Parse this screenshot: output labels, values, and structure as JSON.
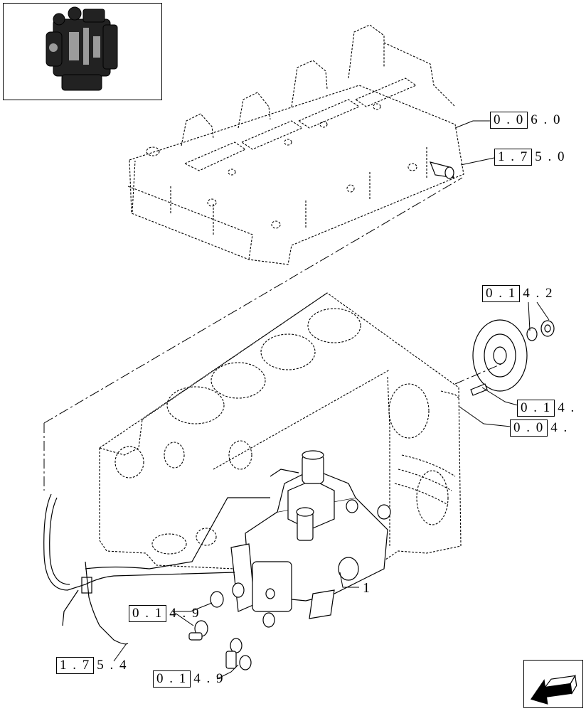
{
  "overview_thumbnail": {
    "icon": "engine-thumbnail-icon"
  },
  "references": [
    {
      "boxed": "0 . 0",
      "tail": "6 . 0"
    },
    {
      "boxed": "1 . 7",
      "tail": "5 . 0"
    },
    {
      "boxed": "0 . 1",
      "tail": "4 . 2"
    },
    {
      "boxed": "0 . 1",
      "tail": "4 ."
    },
    {
      "boxed": "0 . 0",
      "tail": "4 ."
    },
    {
      "boxed": "0 . 1",
      "tail": "4 . 9"
    },
    {
      "boxed": "1 . 7",
      "tail": "5 . 4"
    },
    {
      "boxed": "0 . 1",
      "tail": "4 . 9"
    }
  ],
  "callouts": {
    "item_1": "1"
  },
  "navigation": {
    "icon": "previous-arrow-icon"
  }
}
